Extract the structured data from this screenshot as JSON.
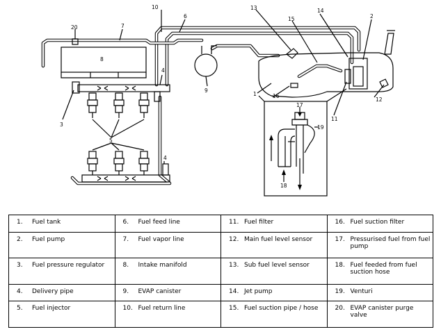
{
  "callouts": [
    "1",
    "2",
    "3",
    "4",
    "4",
    "5",
    "6",
    "7",
    "8",
    "9",
    "10",
    "11",
    "12",
    "13",
    "14",
    "15",
    "16",
    "17",
    "18",
    "19",
    "20"
  ],
  "legend": [
    [
      {
        "num": "1.",
        "text": "Fuel tank"
      },
      {
        "num": "6.",
        "text": "Fuel feed line"
      },
      {
        "num": "11.",
        "text": "Fuel filter"
      },
      {
        "num": "16.",
        "text": "Fuel suction filter"
      }
    ],
    [
      {
        "num": "2.",
        "text": "Fuel pump"
      },
      {
        "num": "7.",
        "text": "Fuel vapor line"
      },
      {
        "num": "12.",
        "text": "Main fuel level sensor"
      },
      {
        "num": "17.",
        "text": "Pressurised fuel from fuel pump"
      }
    ],
    [
      {
        "num": "3.",
        "text": "Fuel pressure regulator"
      },
      {
        "num": "8.",
        "text": "Intake manifold"
      },
      {
        "num": "13.",
        "text": "Sub fuel level sensor"
      },
      {
        "num": "18.",
        "text": "Fuel feeded from fuel suction hose"
      }
    ],
    [
      {
        "num": "4.",
        "text": "Delivery pipe"
      },
      {
        "num": "9.",
        "text": "EVAP canister"
      },
      {
        "num": "14.",
        "text": "Jet pump"
      },
      {
        "num": "19.",
        "text": "Venturi"
      }
    ],
    [
      {
        "num": "5.",
        "text": "Fuel injector"
      },
      {
        "num": "10.",
        "text": "Fuel return line"
      },
      {
        "num": "15.",
        "text": "Fuel suction pipe / hose"
      },
      {
        "num": "20.",
        "text": "EVAP canister purge valve"
      }
    ]
  ]
}
